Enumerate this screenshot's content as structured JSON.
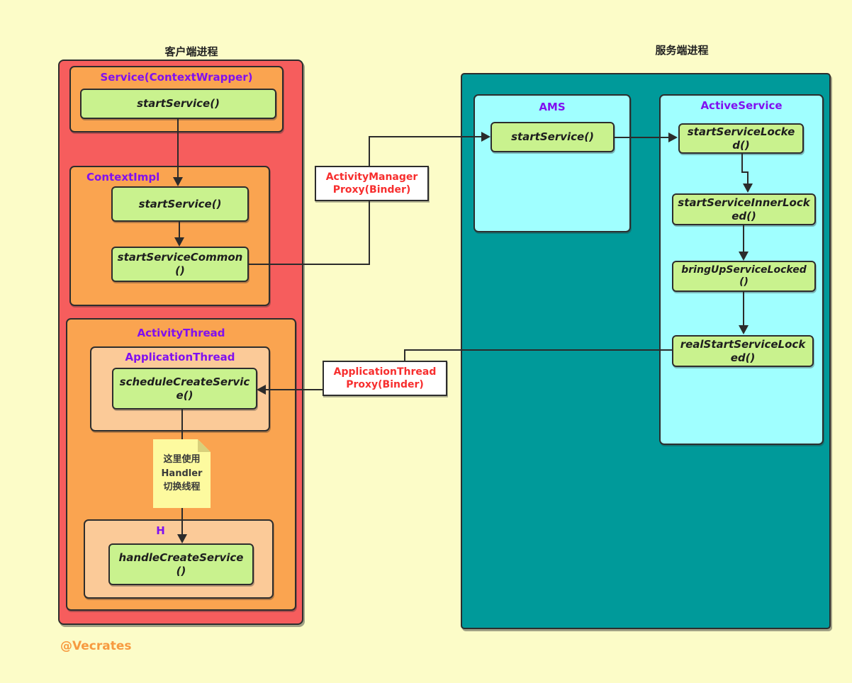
{
  "palette": {
    "background": "#FCFCC8",
    "client_container_red": "#F65D5D",
    "class_box_orange": "#FAA450",
    "inner_box_light_orange": "#FBCA98",
    "method_box_green": "#C9F28E",
    "server_container_teal": "#009A9A",
    "server_class_cyan": "#A0FFFF",
    "note_yellow": "#FDFA9F",
    "note_fold": "#D8D07B",
    "class_title_purple": "#8010F0",
    "proxy_text_red": "#F72E2E",
    "connector_line": "#2B2B2B",
    "watermark_orange": "#F79A40"
  },
  "titles": {
    "client_process": "客户端进程",
    "server_process": "服务端进程"
  },
  "watermark": "@Vecrates",
  "client": {
    "service": {
      "title": "Service(ContextWrapper)",
      "method": "startService()"
    },
    "context_impl": {
      "title": "ContextImpl",
      "methods": [
        "startService()",
        "startServiceCommon()"
      ]
    },
    "activity_thread": {
      "title": "ActivityThread",
      "application_thread": {
        "title": "ApplicationThread",
        "method": "scheduleCreateService()"
      },
      "note_lines": [
        "这里使用",
        "Handler",
        "切换线程"
      ],
      "h": {
        "title": "H",
        "method": "handleCreateService()"
      }
    }
  },
  "proxies": {
    "activity_manager": {
      "line1": "ActivityManager",
      "line2": "Proxy(Binder)"
    },
    "application_thread": {
      "line1": "ApplicationThread",
      "line2": "Proxy(Binder)"
    }
  },
  "server": {
    "ams": {
      "title": "AMS",
      "method": "startService()"
    },
    "active_service": {
      "title": "ActiveService",
      "methods": [
        "startServiceLocked()",
        "startServiceInnerLocked()",
        "bringUpServiceLocked()",
        "realStartServiceLocked()"
      ]
    }
  }
}
